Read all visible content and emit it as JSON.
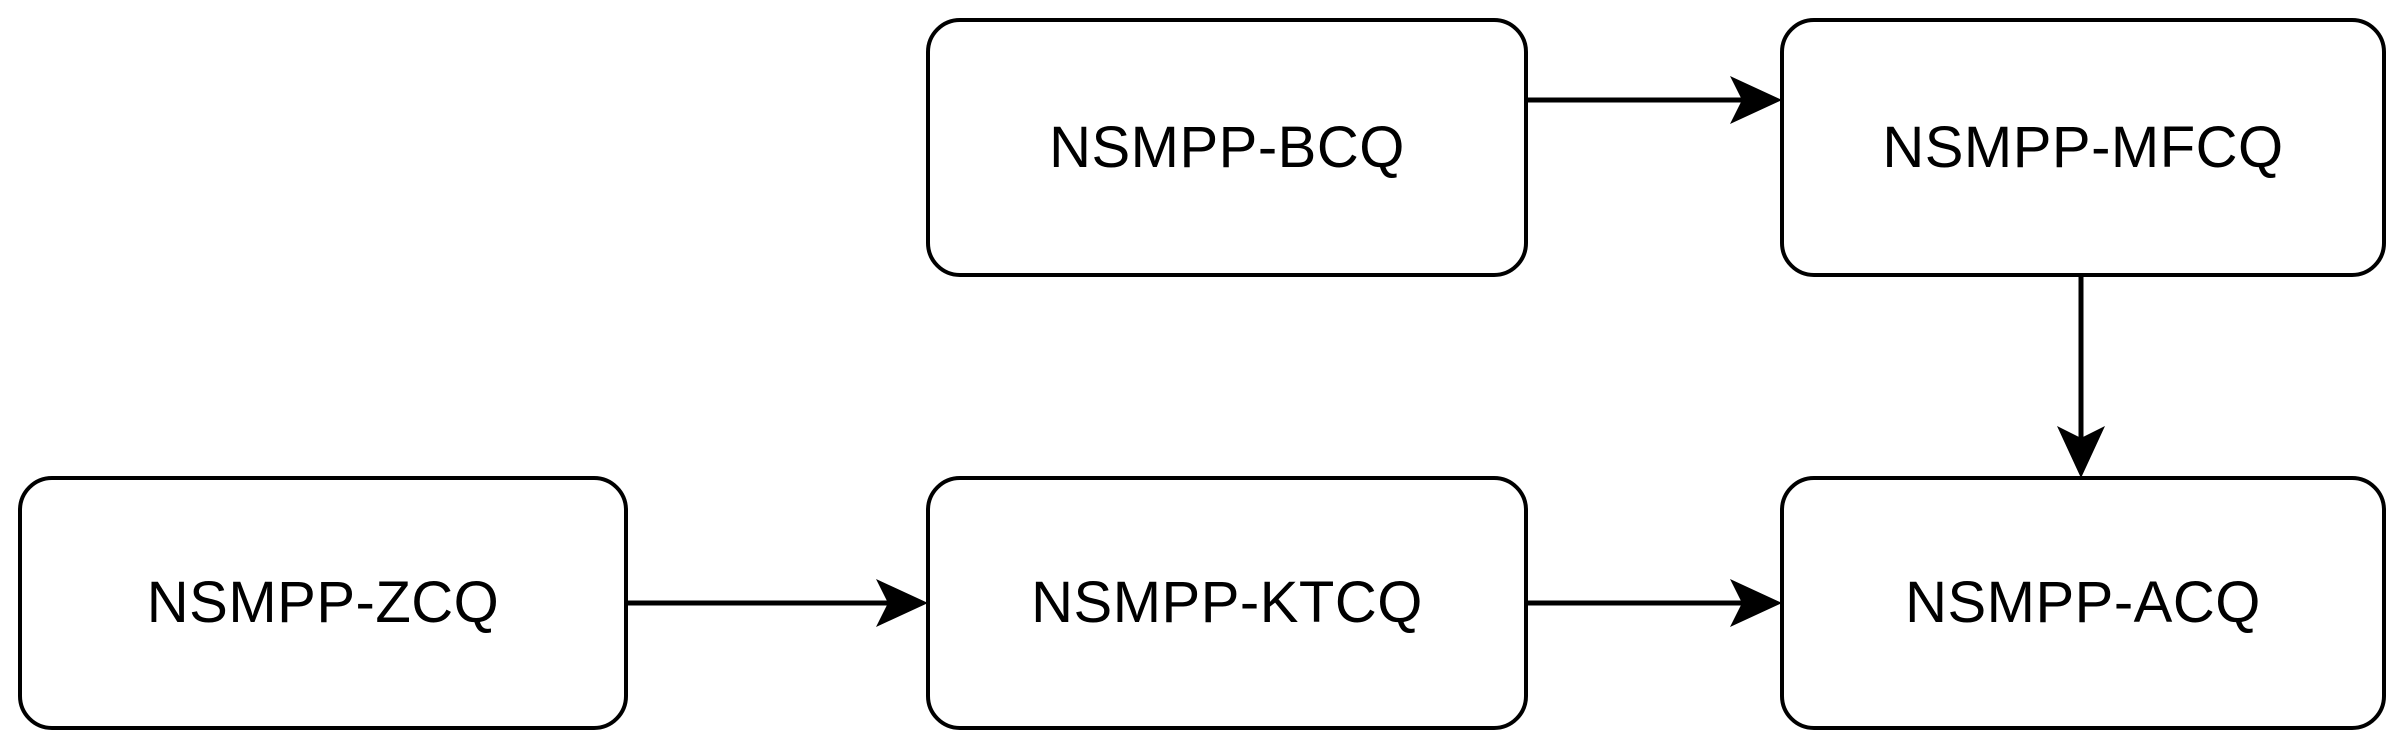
{
  "diagram": {
    "type": "flowchart",
    "orientation": "left-to-right",
    "background_color": "#ffffff",
    "stroke_color": "#000000",
    "node_fill_color": "#ffffff",
    "nodes": [
      {
        "id": "bcq",
        "label": "NSMPP-BCQ",
        "row": 1,
        "col": 2
      },
      {
        "id": "mfcq",
        "label": "NSMPP-MFCQ",
        "row": 1,
        "col": 3
      },
      {
        "id": "zcq",
        "label": "NSMPP-ZCQ",
        "row": 2,
        "col": 1
      },
      {
        "id": "ktcq",
        "label": "NSMPP-KTCQ",
        "row": 2,
        "col": 2
      },
      {
        "id": "acq",
        "label": "NSMPP-ACQ",
        "row": 2,
        "col": 3
      }
    ],
    "edges": [
      {
        "id": "bcq-to-mfcq",
        "from": "bcq",
        "to": "mfcq",
        "direction": "right",
        "label": ""
      },
      {
        "id": "mfcq-to-acq",
        "from": "mfcq",
        "to": "acq",
        "direction": "down",
        "label": ""
      },
      {
        "id": "zcq-to-ktcq",
        "from": "zcq",
        "to": "ktcq",
        "direction": "right",
        "label": ""
      },
      {
        "id": "ktcq-to-acq",
        "from": "ktcq",
        "to": "acq",
        "direction": "right",
        "label": ""
      }
    ]
  }
}
